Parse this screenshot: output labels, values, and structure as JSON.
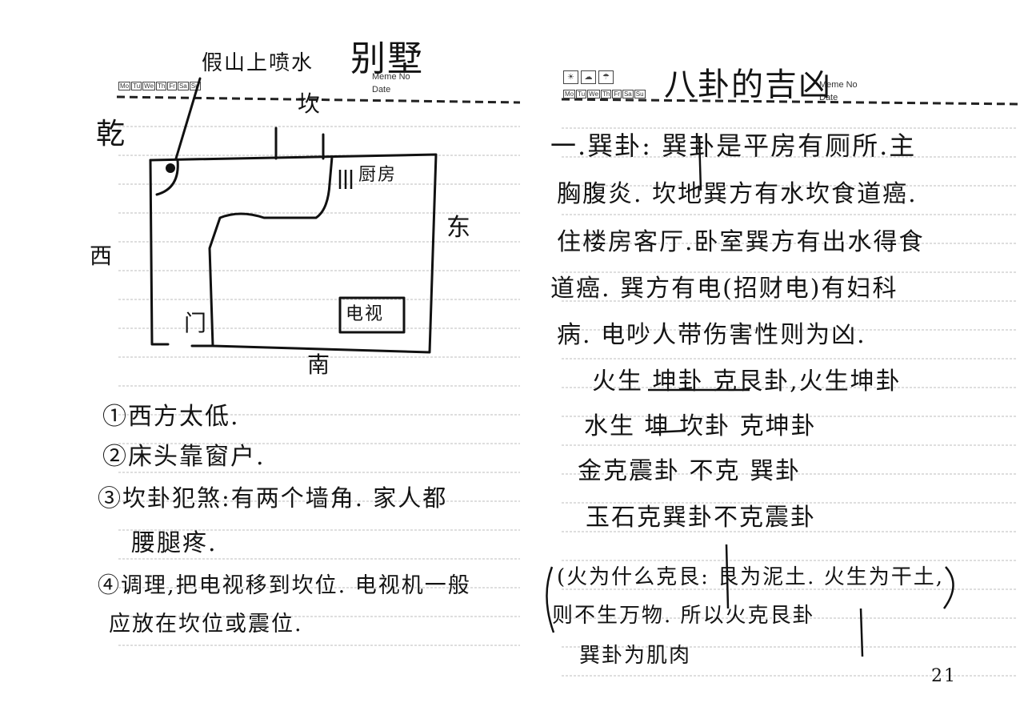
{
  "left_page": {
    "header": {
      "days": [
        "Mo",
        "Tu",
        "We",
        "Th",
        "Fr",
        "Sa",
        "Su"
      ],
      "memo_no": "Meme No",
      "date": "Date",
      "note_top": "假山上喷水",
      "title": "别墅"
    },
    "diagram": {
      "kan_top": "坎",
      "qian": "乾",
      "xi": "西",
      "dong": "东",
      "nan": "南",
      "kitchen": "厨房",
      "door": "门",
      "tv": "电视"
    },
    "notes": [
      "①西方太低.",
      "②床头靠窗户.",
      "③坎卦犯煞:有两个墙角. 家人都",
      "腰腿疼.",
      "④调理,把电视移到坎位. 电视机一般",
      "应放在坎位或震位."
    ]
  },
  "right_page": {
    "header": {
      "days": [
        "Mo",
        "Tu",
        "We",
        "Th",
        "Fr",
        "Sa",
        "Su"
      ],
      "memo_no": "Meme No",
      "date": "Date",
      "title": "八卦的吉凶"
    },
    "lines": [
      "一.巽卦: 巽卦是平房有厕所.主",
      "胸腹炎. 坎地巽方有水坎食道癌.",
      "住楼房客厅.卧室巽方有出水得食",
      "道癌. 巽方有电(招财电)有妇科",
      "病. 电吵人带伤害性则为凶.",
      "火生 坤卦 克艮卦,火生坤卦",
      "水生 坤 坎卦 克坤卦",
      "金克震卦 不克 巽卦",
      "玉石克巽卦不克震卦",
      "(火为什么克艮: 艮为泥土. 火生为干土,",
      "则不生万物. 所以火克艮卦",
      "巽卦为肌肉"
    ],
    "page_number": "21"
  }
}
